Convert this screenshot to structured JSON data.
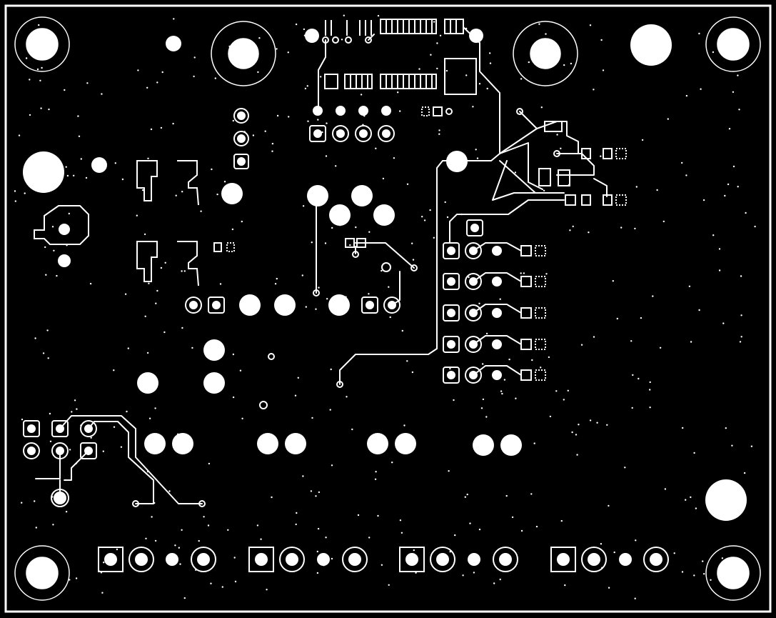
{
  "title": "",
  "colors": {
    "background": "#000000",
    "copper": "#ffffff",
    "outline": "#ffffff"
  },
  "board": {
    "layer": "bottom copper",
    "mounting_holes": 6,
    "connectors": 4
  }
}
